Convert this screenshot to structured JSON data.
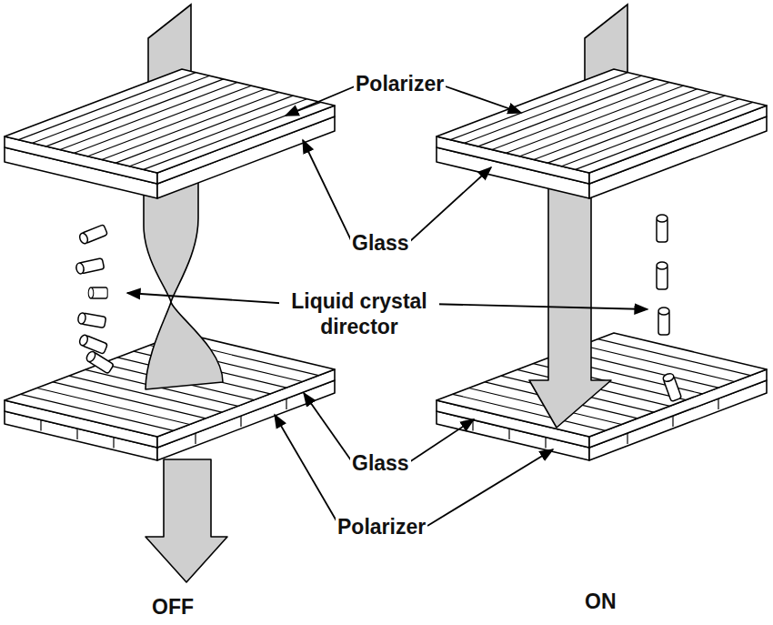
{
  "diagram": {
    "labels": [
      "Polarizer",
      "Glass",
      "Liquid crystal director",
      "Glass",
      "Polarizer",
      "OFF",
      "ON"
    ]
  }
}
